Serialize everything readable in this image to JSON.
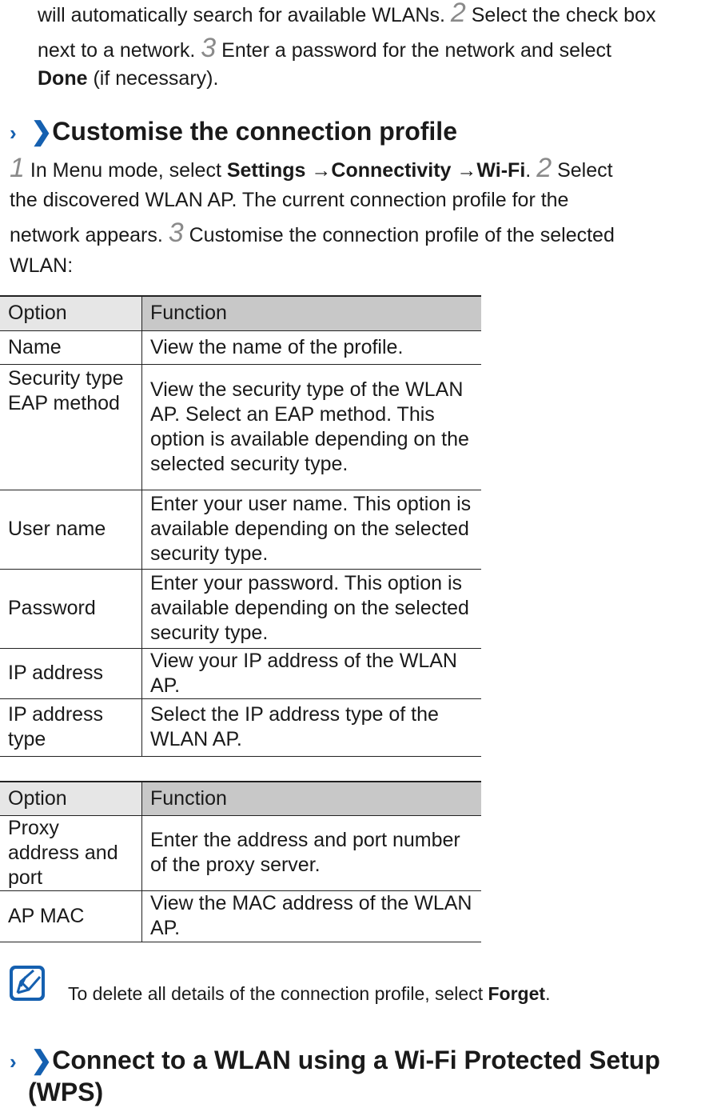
{
  "intro": {
    "l1a": "will automatically search for available WLANs.",
    "n2": "2",
    "l1b": "Select the check box",
    "l2a": "next to a network.",
    "n3": "3",
    "l2b": "Enter a password for the network and select",
    "done": "Done",
    "l3": "(if necessary)."
  },
  "section1": {
    "title": "Customise the connection profile",
    "n1": "1",
    "s1": "In Menu mode, select",
    "settings": "Settings",
    "arrow": "→",
    "connectivity": "Connectivity",
    "wifi": "Wi-Fi",
    "n2": "2",
    "s2": "Select",
    "l2": "the discovered WLAN AP. The current connection profile for the",
    "l3a": "network appears.",
    "n3": "3",
    "l3b": "Customise the connection profile of the selected",
    "l4": "WLAN:"
  },
  "table1": {
    "headers": [
      "Option",
      "Function"
    ],
    "rows": [
      [
        "Name",
        "View the name of the profile."
      ],
      [
        "Security type EAP method",
        "View the security type of the WLAN AP. Select an EAP method. This option is available depending on the selected security type."
      ],
      [
        "User name",
        "Enter your user name. This option is available depending on the selected security type."
      ],
      [
        "Password",
        "Enter your password. This option is available depending on the selected security type."
      ],
      [
        "IP address",
        "View your IP address of the WLAN AP."
      ],
      [
        "IP address type",
        "Select the IP address type of the WLAN AP."
      ]
    ]
  },
  "table2": {
    "headers": [
      "Option",
      "Function"
    ],
    "rows": [
      [
        "Proxy address and port",
        "Enter the address and port number of the proxy server."
      ],
      [
        "AP MAC",
        "View the MAC address of the WLAN AP."
      ]
    ]
  },
  "note": {
    "text": "To delete all details of the connection profile, select",
    "forget": "Forget",
    "end": "."
  },
  "section2": {
    "title": "Connect to a WLAN using a Wi-Fi Protected Setup",
    "title2": "(WPS)"
  },
  "colors": {
    "accent": "#1560b0"
  }
}
